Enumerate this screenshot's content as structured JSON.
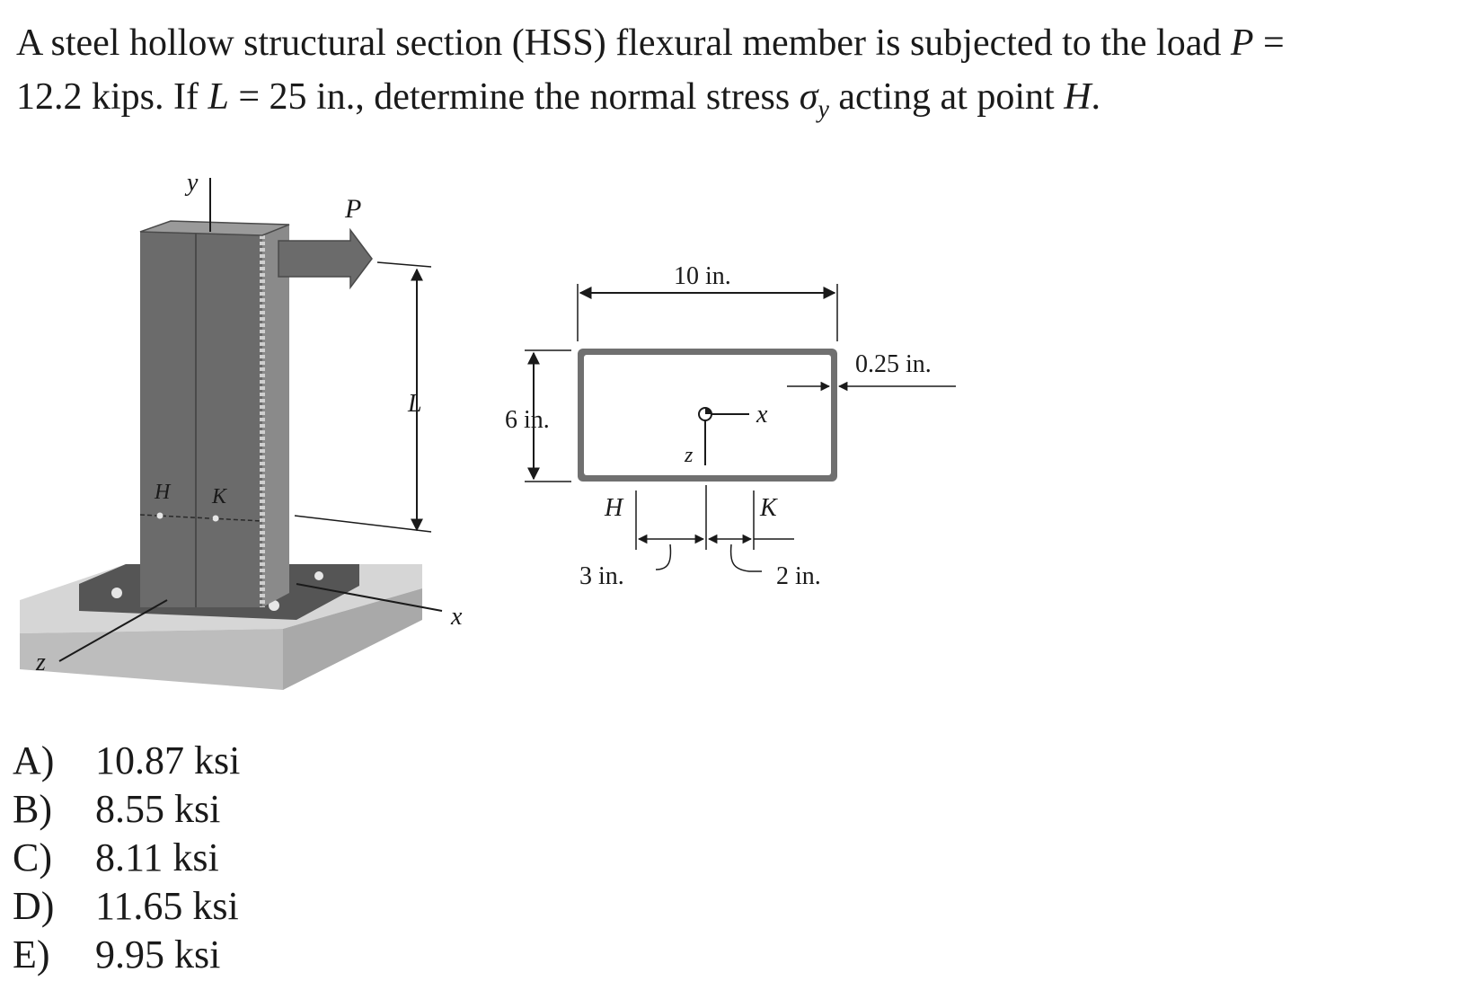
{
  "problem": {
    "line1_a": "A steel hollow structural section (HSS) flexural member is subjected to the load ",
    "P_var": "P",
    "line1_b": " =",
    "line2_a": "12.2 kips.  If ",
    "L_var": "L",
    "line2_b": " = 25 in., determine the normal stress ",
    "sigma_var": "σ",
    "sigma_sub": "y",
    "line2_c": " acting at point ",
    "H_var": "H",
    "line2_d": "."
  },
  "figure": {
    "axis_y": "y",
    "axis_x": "x",
    "axis_z": "z",
    "load_label": "P",
    "length_label": "L",
    "point_H": "H",
    "point_K": "K",
    "section": {
      "width_label": "10 in.",
      "height_label": "6 in.",
      "thickness_label": "0.25 in.",
      "axis_x": "x",
      "axis_z": "z",
      "point_H": "H",
      "point_K": "K",
      "dist_H_label": "3 in.",
      "dist_K_label": "2 in."
    }
  },
  "choices": [
    {
      "letter": "A)",
      "text": "10.87 ksi"
    },
    {
      "letter": "B)",
      "text": "8.55 ksi"
    },
    {
      "letter": "C)",
      "text": "8.11 ksi"
    },
    {
      "letter": "D)",
      "text": "11.65 ksi"
    },
    {
      "letter": "E)",
      "text": "9.95 ksi"
    }
  ],
  "colors": {
    "column": "#6b6b6b",
    "column_dark": "#4a4a4a",
    "column_edge": "#c9c9c9",
    "base": "#d8d8d8",
    "plate": "#555555",
    "ink": "#1a1a1a"
  }
}
